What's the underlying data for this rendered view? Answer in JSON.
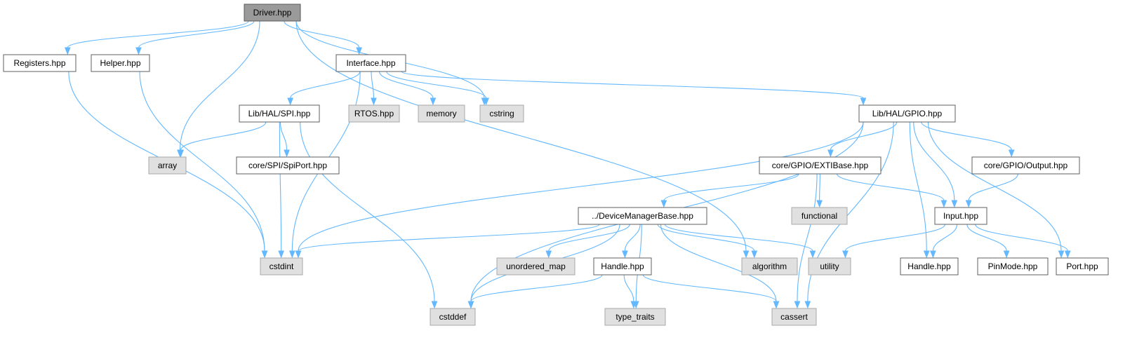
{
  "colors": {
    "edge": "#63b8ff",
    "root_fill": "#9a9a9a",
    "system_fill": "#e0e0e0",
    "local_fill": "#ffffff"
  },
  "nodes": [
    {
      "id": "driver",
      "label": "Driver.hpp",
      "kind": "root"
    },
    {
      "id": "registers",
      "label": "Registers.hpp",
      "kind": "local"
    },
    {
      "id": "helper",
      "label": "Helper.hpp",
      "kind": "local"
    },
    {
      "id": "interface",
      "label": "Interface.hpp",
      "kind": "local"
    },
    {
      "id": "array",
      "label": "array",
      "kind": "system"
    },
    {
      "id": "spi",
      "label": "Lib/HAL/SPI.hpp",
      "kind": "local"
    },
    {
      "id": "rtos",
      "label": "RTOS.hpp",
      "kind": "system"
    },
    {
      "id": "memory",
      "label": "memory",
      "kind": "system"
    },
    {
      "id": "cstring",
      "label": "cstring",
      "kind": "system"
    },
    {
      "id": "gpio",
      "label": "Lib/HAL/GPIO.hpp",
      "kind": "local"
    },
    {
      "id": "spiport",
      "label": "core/SPI/SpiPort.hpp",
      "kind": "local"
    },
    {
      "id": "extibase",
      "label": "core/GPIO/EXTIBase.hpp",
      "kind": "local"
    },
    {
      "id": "output",
      "label": "core/GPIO/Output.hpp",
      "kind": "local"
    },
    {
      "id": "functional",
      "label": "functional",
      "kind": "system"
    },
    {
      "id": "devmgr",
      "label": "../DeviceManagerBase.hpp",
      "kind": "local"
    },
    {
      "id": "input",
      "label": "Input.hpp",
      "kind": "local"
    },
    {
      "id": "cstdint",
      "label": "cstdint",
      "kind": "system"
    },
    {
      "id": "unordered_map",
      "label": "unordered_map",
      "kind": "system"
    },
    {
      "id": "handle1",
      "label": "Handle.hpp",
      "kind": "local"
    },
    {
      "id": "algorithm",
      "label": "algorithm",
      "kind": "system"
    },
    {
      "id": "utility",
      "label": "utility",
      "kind": "system"
    },
    {
      "id": "handle2",
      "label": "Handle.hpp",
      "kind": "local"
    },
    {
      "id": "pinmode",
      "label": "PinMode.hpp",
      "kind": "local"
    },
    {
      "id": "port",
      "label": "Port.hpp",
      "kind": "local"
    },
    {
      "id": "cstddef",
      "label": "cstddef",
      "kind": "system"
    },
    {
      "id": "type_traits",
      "label": "type_traits",
      "kind": "system"
    },
    {
      "id": "cassert",
      "label": "cassert",
      "kind": "system"
    }
  ],
  "edges": [
    [
      "driver",
      "registers"
    ],
    [
      "driver",
      "helper"
    ],
    [
      "driver",
      "interface"
    ],
    [
      "driver",
      "array"
    ],
    [
      "driver",
      "cstring"
    ],
    [
      "driver",
      "algorithm"
    ],
    [
      "registers",
      "cstdint"
    ],
    [
      "helper",
      "cstdint"
    ],
    [
      "interface",
      "spi"
    ],
    [
      "interface",
      "rtos"
    ],
    [
      "interface",
      "memory"
    ],
    [
      "interface",
      "cstring"
    ],
    [
      "interface",
      "gpio"
    ],
    [
      "interface",
      "cstdint"
    ],
    [
      "spi",
      "array"
    ],
    [
      "spi",
      "spiport"
    ],
    [
      "spi",
      "cstdint"
    ],
    [
      "spi",
      "cstddef"
    ],
    [
      "gpio",
      "cstdint"
    ],
    [
      "gpio",
      "cstddef"
    ],
    [
      "gpio",
      "extibase"
    ],
    [
      "gpio",
      "output"
    ],
    [
      "gpio",
      "input"
    ],
    [
      "gpio",
      "handle2"
    ],
    [
      "gpio",
      "port"
    ],
    [
      "gpio",
      "cassert"
    ],
    [
      "extibase",
      "functional"
    ],
    [
      "extibase",
      "devmgr"
    ],
    [
      "extibase",
      "input"
    ],
    [
      "extibase",
      "cassert"
    ],
    [
      "output",
      "input"
    ],
    [
      "devmgr",
      "cstdint"
    ],
    [
      "devmgr",
      "cstddef"
    ],
    [
      "devmgr",
      "unordered_map"
    ],
    [
      "devmgr",
      "handle1"
    ],
    [
      "devmgr",
      "type_traits"
    ],
    [
      "devmgr",
      "algorithm"
    ],
    [
      "devmgr",
      "utility"
    ],
    [
      "devmgr",
      "cassert"
    ],
    [
      "input",
      "utility"
    ],
    [
      "input",
      "handle2"
    ],
    [
      "input",
      "pinmode"
    ],
    [
      "input",
      "port"
    ],
    [
      "handle1",
      "cstddef"
    ],
    [
      "handle1",
      "type_traits"
    ],
    [
      "handle1",
      "cassert"
    ]
  ]
}
